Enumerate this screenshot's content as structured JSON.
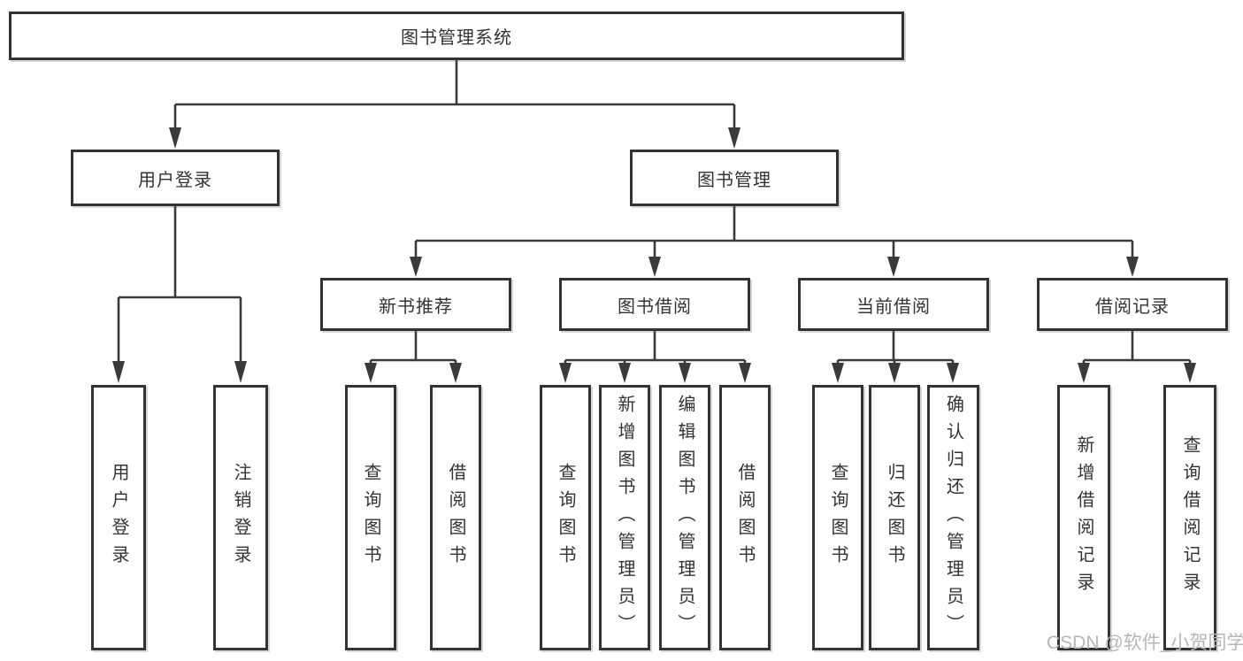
{
  "tree": {
    "root": {
      "label": "图书管理系统"
    },
    "branches": [
      {
        "label": "用户登录",
        "children": [
          {
            "label": "用户登录"
          },
          {
            "label": "注销登录"
          }
        ]
      },
      {
        "label": "图书管理",
        "children": [
          {
            "label": "新书推荐",
            "children": [
              {
                "label": "查询图书"
              },
              {
                "label": "借阅图书"
              }
            ]
          },
          {
            "label": "图书借阅",
            "children": [
              {
                "label": "查询图书"
              },
              {
                "label": "新增图书（管理员）"
              },
              {
                "label": "编辑图书（管理员）"
              },
              {
                "label": "借阅图书"
              }
            ]
          },
          {
            "label": "当前借阅",
            "children": [
              {
                "label": "查询图书"
              },
              {
                "label": "归还图书"
              },
              {
                "label": "确认归还（管理员）"
              }
            ]
          },
          {
            "label": "借阅记录",
            "children": [
              {
                "label": "新增借阅记录"
              },
              {
                "label": "查询借阅记录"
              }
            ]
          }
        ]
      }
    ]
  },
  "watermark": {
    "text": "CSDN @软件_小贺同学"
  },
  "colors": {
    "line": "#3a3a3a",
    "box_border": "#333333",
    "text": "#333333",
    "watermark": "#b4b7ba",
    "background": "#ffffff"
  }
}
